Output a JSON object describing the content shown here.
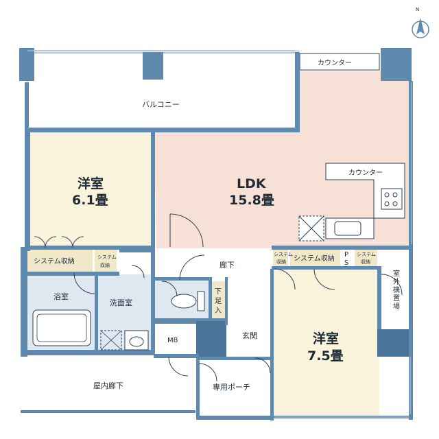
{
  "compass": {
    "letter": "N"
  },
  "rooms": {
    "balcony": "バルコニー",
    "counter_top": "カウンター",
    "western1": {
      "name": "洋室",
      "size": "6.1畳"
    },
    "ldk": {
      "name": "LDK",
      "size": "15.8畳"
    },
    "kitchen_counter": "カウンター",
    "system_storage_left": "システム収納",
    "system_storage_small": [
      "システム",
      "収納"
    ],
    "bath": "浴室",
    "washroom": "洗面室",
    "hallway": "廊下",
    "system_storage_mid_small": [
      "システム",
      "収納"
    ],
    "system_storage_mid": "システム収納",
    "ps": [
      "P",
      "S"
    ],
    "system_storage_right_small": [
      "システム",
      "収納"
    ],
    "outdoor_unit": [
      "室",
      "外",
      "機",
      "置",
      "場"
    ],
    "shoe_storage": [
      "下",
      "足",
      "入"
    ],
    "mb": "MB",
    "entrance": "玄関",
    "western2": {
      "name": "洋室",
      "size": "7.5畳"
    },
    "indoor_corridor": "屋内廊下",
    "porch": "専用ポーチ"
  },
  "colors": {
    "wall": "#5f8aae",
    "ldk_floor": "#f7e1d6",
    "western_floor": "#fbf4dc",
    "storage_floor": "#f1e7c9",
    "wet_floor": "#dfe7f1",
    "outline": "#2b3f55",
    "text": "#1f2a36"
  }
}
